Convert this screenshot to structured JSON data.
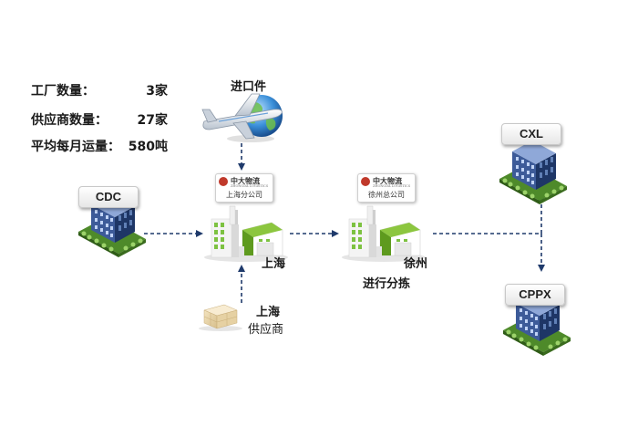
{
  "stats": [
    {
      "label": "工厂数量：",
      "value": "3家"
    },
    {
      "label": "供应商数量：",
      "value": "27家"
    },
    {
      "label": "平均每月运量：",
      "value": "580吨"
    }
  ],
  "nodes": {
    "import": {
      "label": "进口件"
    },
    "cdc": {
      "label": "CDC"
    },
    "shanghai": {
      "label": "上海",
      "sign_brand": "中大物流",
      "sign_brand_en": "ZHONGDA LOGISTICS",
      "sign_branch": "上海分公司"
    },
    "supplier": {
      "label_line1": "上海",
      "label_line2": "供应商"
    },
    "xuzhou": {
      "label": "徐州",
      "caption": "进行分拣",
      "sign_brand": "中大物流",
      "sign_brand_en": "ZHONGDA LOGISTICS",
      "sign_branch": "徐州总公司"
    },
    "cxl": {
      "label": "CXL"
    },
    "cppx": {
      "label": "CPPX"
    }
  },
  "colors": {
    "arrow": "#1f3a6b",
    "building_blue": "#3d5b99",
    "building_dark": "#1e3666",
    "warehouse_green": "#8cc63f",
    "warehouse_dark": "#5e9a1e",
    "ground_green": "#4e8a2a",
    "window_green": "#7dc241"
  }
}
